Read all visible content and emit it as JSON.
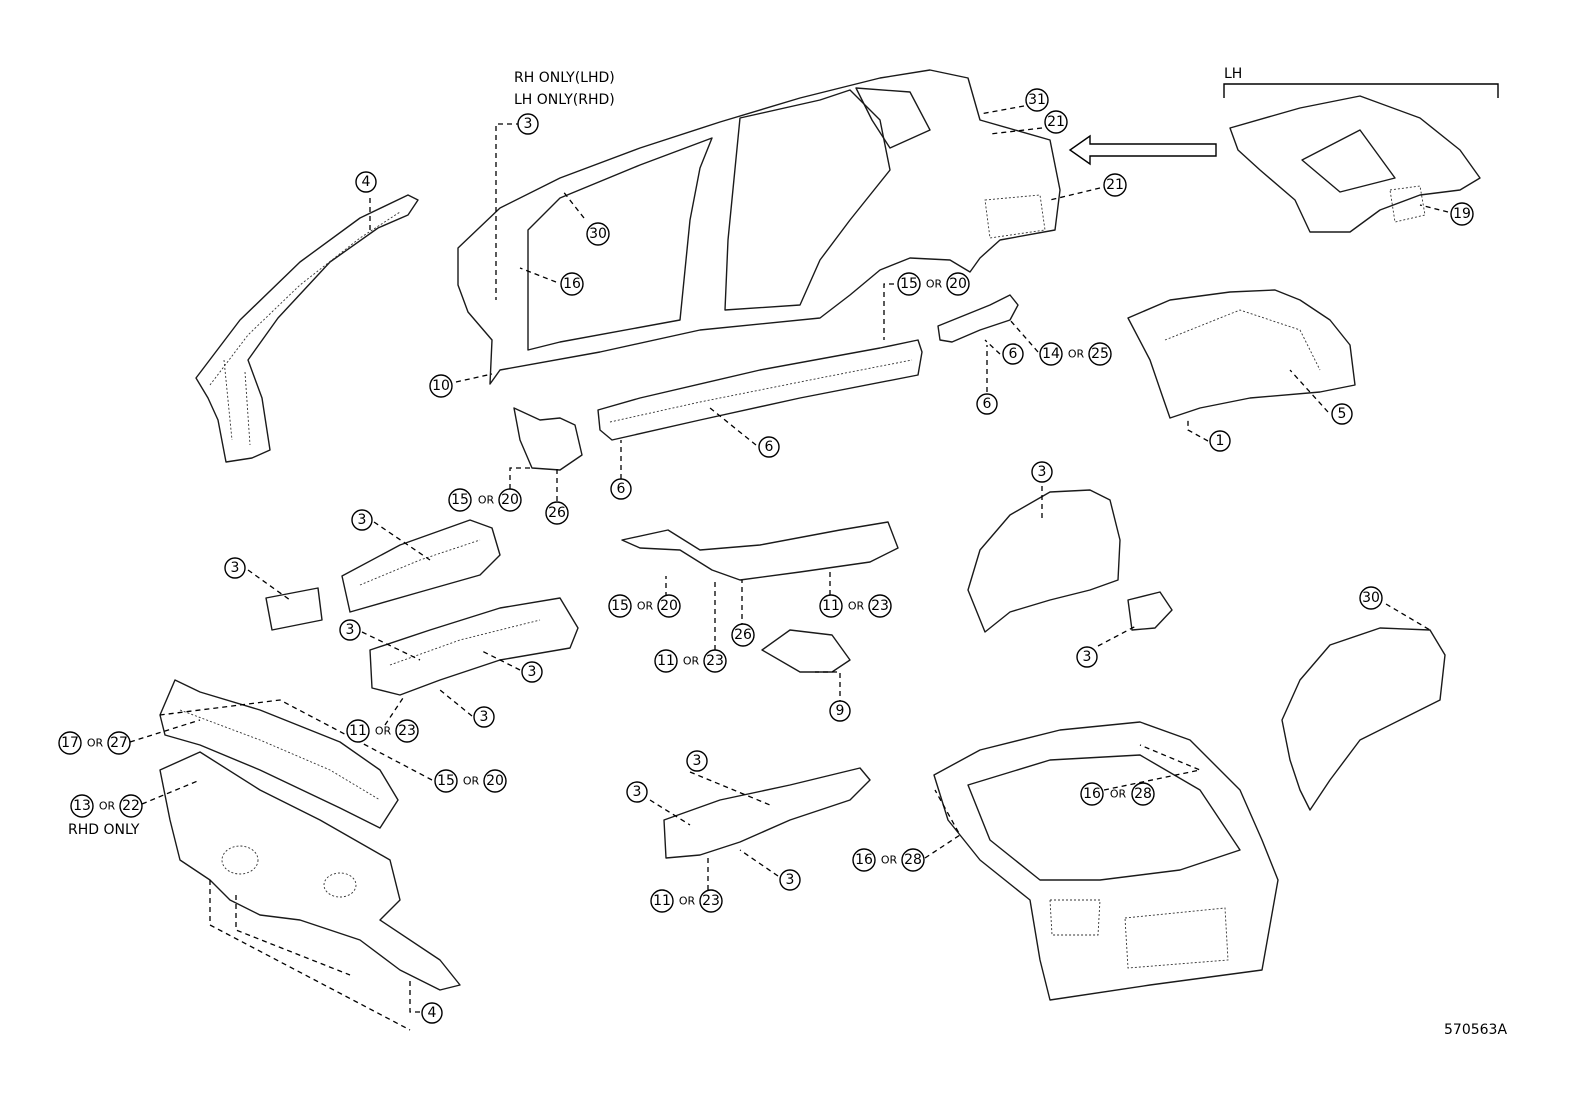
{
  "notes": {
    "rh_only_lhd": "RH ONLY(LHD)",
    "lh_only_rhd": "LH ONLY(RHD)",
    "lh": "LH",
    "rhd_only": "RHD ONLY",
    "diagram_id": "570563A"
  },
  "or_word": "OR",
  "callouts": {
    "c3_top": "3",
    "c4_pillar": "4",
    "c30_top": "30",
    "c16_side": "16",
    "c10": "10",
    "c31": "31",
    "c21_a": "21",
    "c21_b": "21",
    "c19": "19",
    "c15_sill": "15",
    "c20_sill": "20",
    "c6_a": "6",
    "c6_b": "6",
    "c6_c": "6",
    "c6_d": "6",
    "c14": "14",
    "c25": "25",
    "c5": "5",
    "c1": "1",
    "c15_bracket": "15",
    "c20_bracket": "20",
    "c26_bracket": "26",
    "c3_mid1": "3",
    "c3_mid2": "3",
    "c3_mid3": "3",
    "c3_mid4": "3",
    "c3_mid5": "3",
    "c11_mid": "11",
    "c23_mid": "23",
    "c15_floor": "15",
    "c20_floor": "20",
    "c11_floor": "11",
    "c23_floor": "23",
    "c26_floor": "26",
    "c11_floor2": "11",
    "c23_floor2": "23",
    "c9": "9",
    "c3_wheel": "3",
    "c3_wheel2": "3",
    "c30_wheel": "30",
    "c17": "17",
    "c27": "27",
    "c15_dash": "15",
    "c20_dash": "20",
    "c13": "13",
    "c22": "22",
    "c4_dash": "4",
    "c3_rear1": "3",
    "c3_rear2": "3",
    "c3_rear3": "3",
    "c11_rear": "11",
    "c23_rear": "23",
    "c16_gate1": "16",
    "c28_gate1": "28",
    "c16_gate2": "16",
    "c28_gate2": "28"
  }
}
